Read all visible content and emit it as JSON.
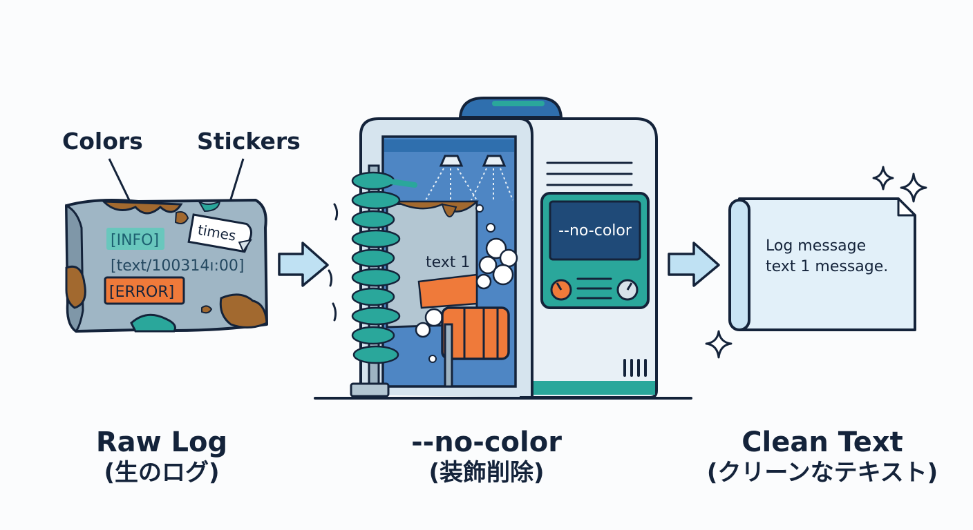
{
  "raw_log": {
    "callout_colors": "Colors",
    "callout_stickers": "Stickers",
    "tag_info": "[INFO]",
    "line_text": "[text/100314ı:00]",
    "tag_error": "[ERROR]",
    "sticker_label": "times",
    "caption": "Raw Log",
    "caption_sub": "(生のログ)"
  },
  "machine": {
    "screen_text": "--no-color",
    "inner_text": "text 1",
    "caption": "--no-color",
    "caption_sub": "(装飾削除)"
  },
  "clean": {
    "line1": "Log message",
    "line2": "text 1 message.",
    "caption": "Clean Text",
    "caption_sub": "(クリーンなテキスト)"
  },
  "colors": {
    "outline": "#14233a",
    "teal": "#2aa79b",
    "mud": "#a2692f",
    "stone": "#9db3c2",
    "orange": "#ef7a3a",
    "machine_body": "#e8f0f6",
    "chamber_blue": "#4e86c4",
    "screen_navy": "#1f4a78",
    "arrow_fill": "#bfe1f3",
    "paper": "#e2f0f9"
  }
}
